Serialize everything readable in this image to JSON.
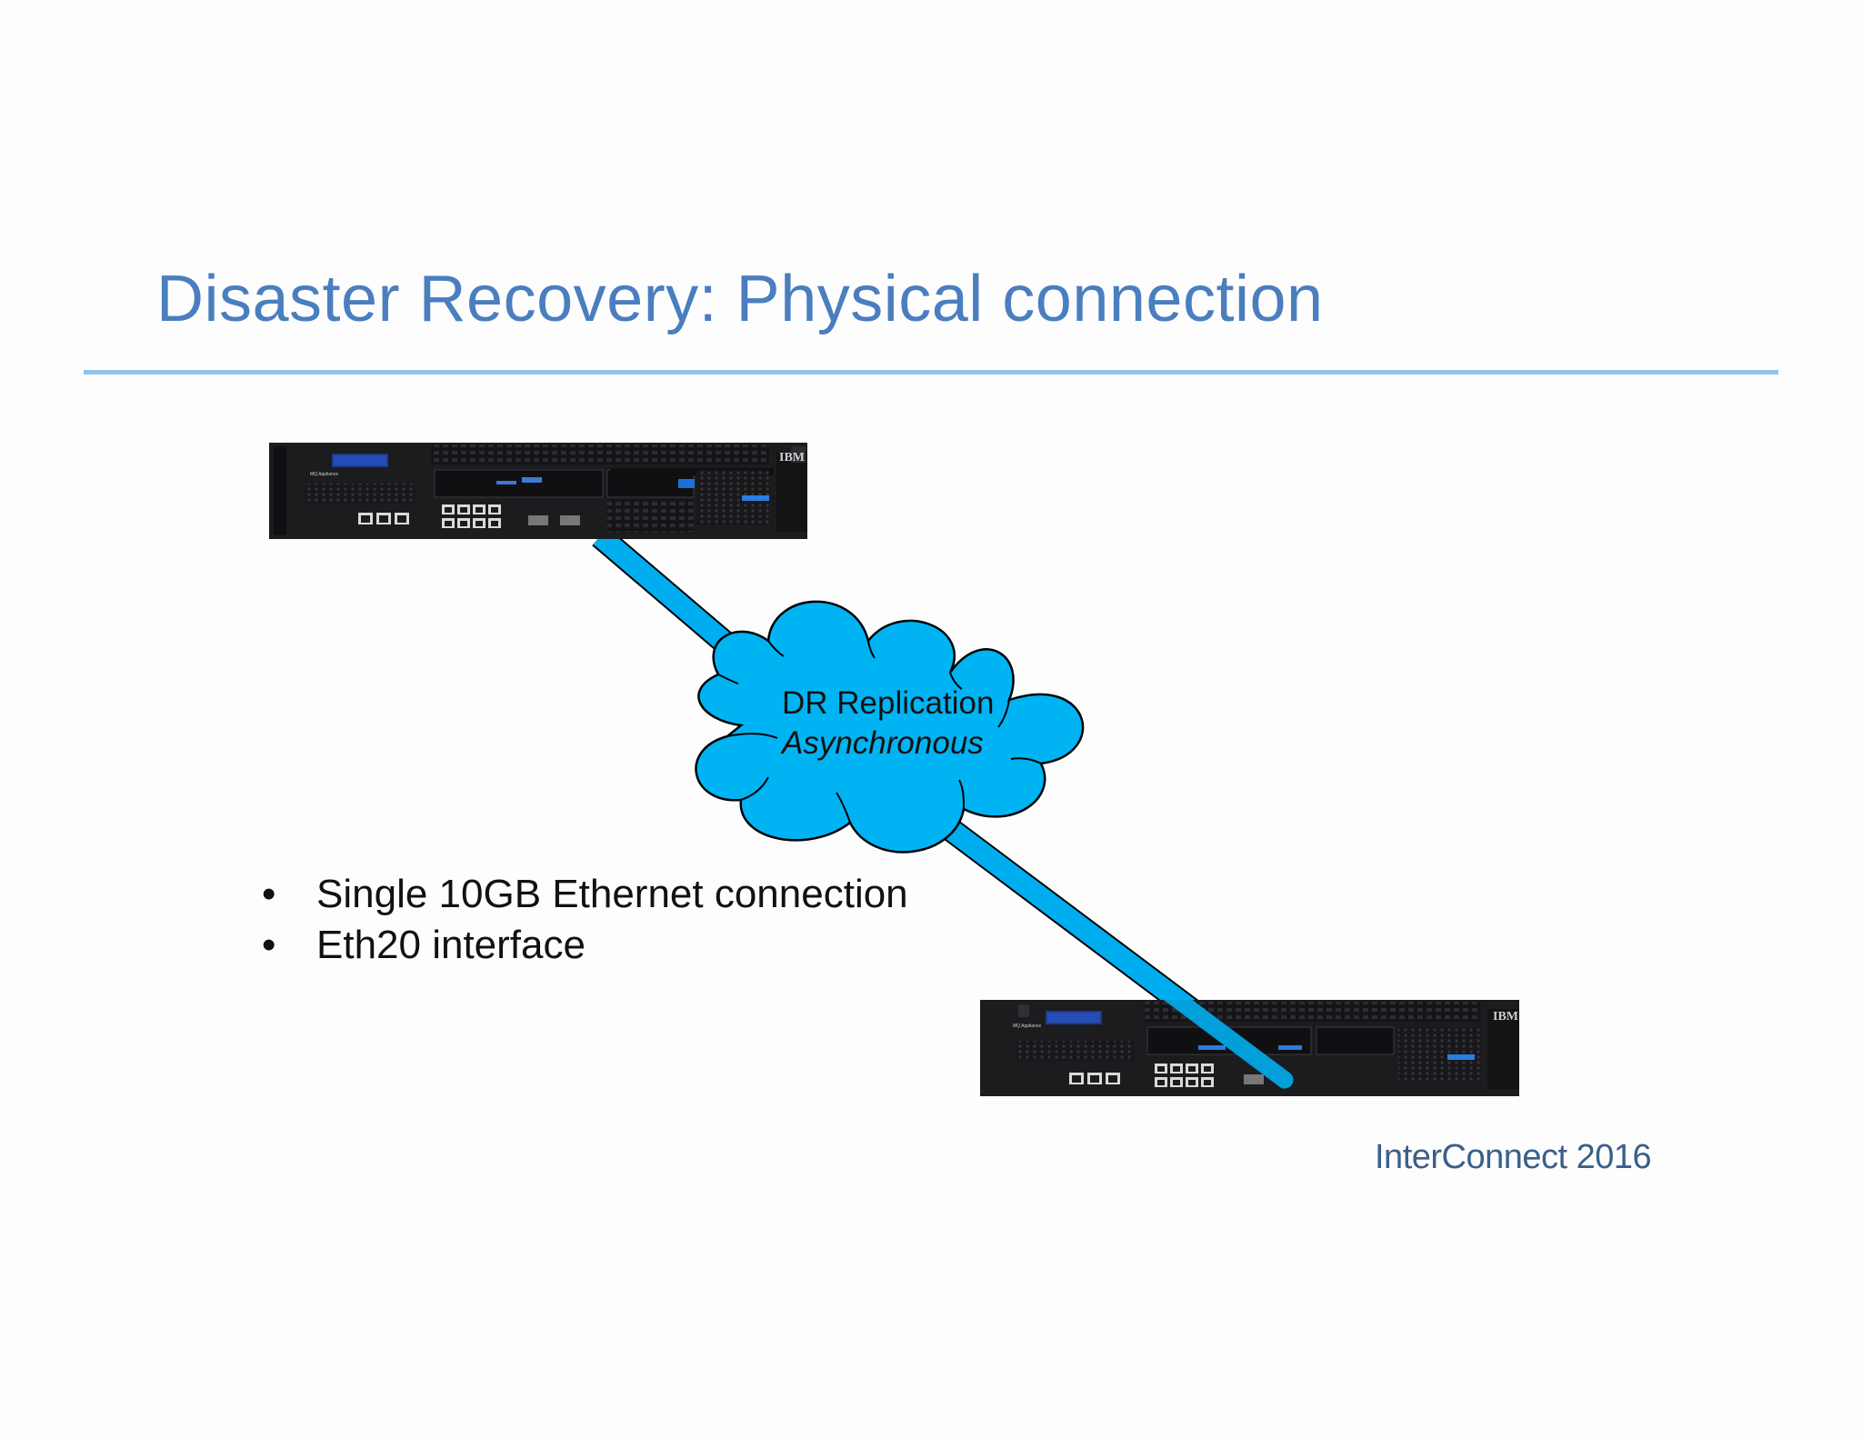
{
  "slide": {
    "title": "Disaster Recovery: Physical connection",
    "footer": "InterConnect 2016"
  },
  "cloud": {
    "line1": "DR Replication",
    "line2": "Asynchronous"
  },
  "bullets": [
    "Single 10GB Ethernet connection",
    "Eth20 interface"
  ],
  "bullet_glyph": "•",
  "appliance_labels": {
    "brand": "IBM",
    "model": "MQ Appliance"
  },
  "colors": {
    "title": "#4a7ebf",
    "rule": "#8ec5ee",
    "link": "#00aeef",
    "cloud": "#00b4f4",
    "appliance": "#1c1c1f"
  }
}
